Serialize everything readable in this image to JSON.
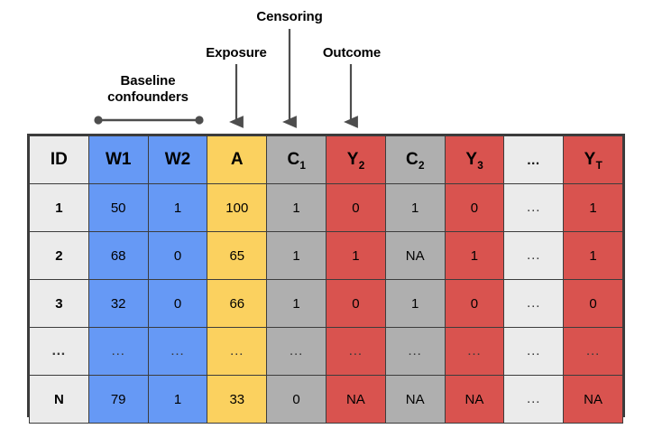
{
  "annotations": {
    "baseline": {
      "label": "Baseline\nconfounders",
      "marker": "bracket-line-with-dots",
      "color": "#4d4d4d"
    },
    "exposure": {
      "label": "Exposure",
      "marker": "down-arrow",
      "color": "#4d4d4d"
    },
    "censoring": {
      "label": "Censoring",
      "marker": "down-arrow",
      "color": "#4d4d4d"
    },
    "outcome": {
      "label": "Outcome",
      "marker": "down-arrow",
      "color": "#4d4d4d"
    }
  },
  "palette": {
    "light": "#ebebeb",
    "blue": "#6699f5",
    "yellow": "#fbd15f",
    "gray": "#afafaf",
    "red": "#d9534f",
    "border": "#3c3c3c",
    "text": "#000000"
  },
  "table": {
    "columns": [
      {
        "base": "ID",
        "sub": "",
        "color_key": "light",
        "color": "#ebebeb"
      },
      {
        "base": "W1",
        "sub": "",
        "color_key": "blue",
        "color": "#6699f5"
      },
      {
        "base": "W2",
        "sub": "",
        "color_key": "blue",
        "color": "#6699f5"
      },
      {
        "base": "A",
        "sub": "",
        "color_key": "yellow",
        "color": "#fbd15f"
      },
      {
        "base": "C",
        "sub": "1",
        "color_key": "gray",
        "color": "#afafaf"
      },
      {
        "base": "Y",
        "sub": "2",
        "color_key": "red",
        "color": "#d9534f"
      },
      {
        "base": "C",
        "sub": "2",
        "color_key": "gray",
        "color": "#afafaf"
      },
      {
        "base": "Y",
        "sub": "3",
        "color_key": "red",
        "color": "#d9534f"
      },
      {
        "base": "…",
        "sub": "",
        "color_key": "light",
        "color": "#ebebeb"
      },
      {
        "base": "Y",
        "sub": "T",
        "color_key": "red",
        "color": "#d9534f"
      }
    ],
    "rows": [
      {
        "id": "1",
        "cells": [
          "50",
          "1",
          "100",
          "1",
          "0",
          "1",
          "0",
          "…",
          "1"
        ]
      },
      {
        "id": "2",
        "cells": [
          "68",
          "0",
          "65",
          "1",
          "1",
          "NA",
          "1",
          "…",
          "1"
        ]
      },
      {
        "id": "3",
        "cells": [
          "32",
          "0",
          "66",
          "1",
          "0",
          "1",
          "0",
          "…",
          "0"
        ]
      },
      {
        "id": "…",
        "cells": [
          "…",
          "…",
          "…",
          "…",
          "…",
          "…",
          "…",
          "…",
          "…"
        ]
      },
      {
        "id": "N",
        "cells": [
          "79",
          "1",
          "33",
          "0",
          "NA",
          "NA",
          "NA",
          "…",
          "NA"
        ]
      }
    ]
  }
}
